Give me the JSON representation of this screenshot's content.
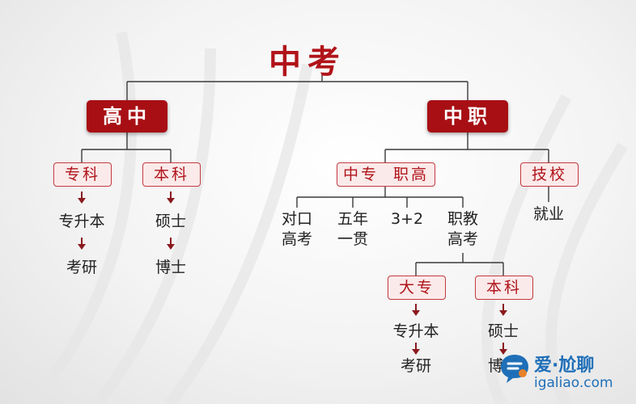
{
  "root": "中考",
  "branches": {
    "gaozhong": {
      "label": "高中",
      "children": [
        {
          "label": "专科",
          "path": [
            "专升本",
            "考研"
          ]
        },
        {
          "label": "本科",
          "path": [
            "硕士",
            "博士"
          ]
        }
      ]
    },
    "zhongzhi": {
      "label": "中职",
      "children": [
        {
          "label": "中专  职高",
          "options": [
            "对口\n高考",
            "五年\n一贯",
            "3+2",
            "职教\n高考"
          ],
          "sub": [
            {
              "label": "大专",
              "path": [
                "专升本",
                "考研"
              ]
            },
            {
              "label": "本科",
              "path": [
                "硕士",
                "博士"
              ]
            }
          ]
        },
        {
          "label": "技校",
          "result": "就业"
        }
      ]
    }
  },
  "watermark": {
    "brand": "爱·尬聊",
    "url": "igaliao.com"
  },
  "colors": {
    "primary_red": "#a80f14",
    "outline_red": "#c23a3f",
    "watermark_blue": "#1f6fb8"
  }
}
